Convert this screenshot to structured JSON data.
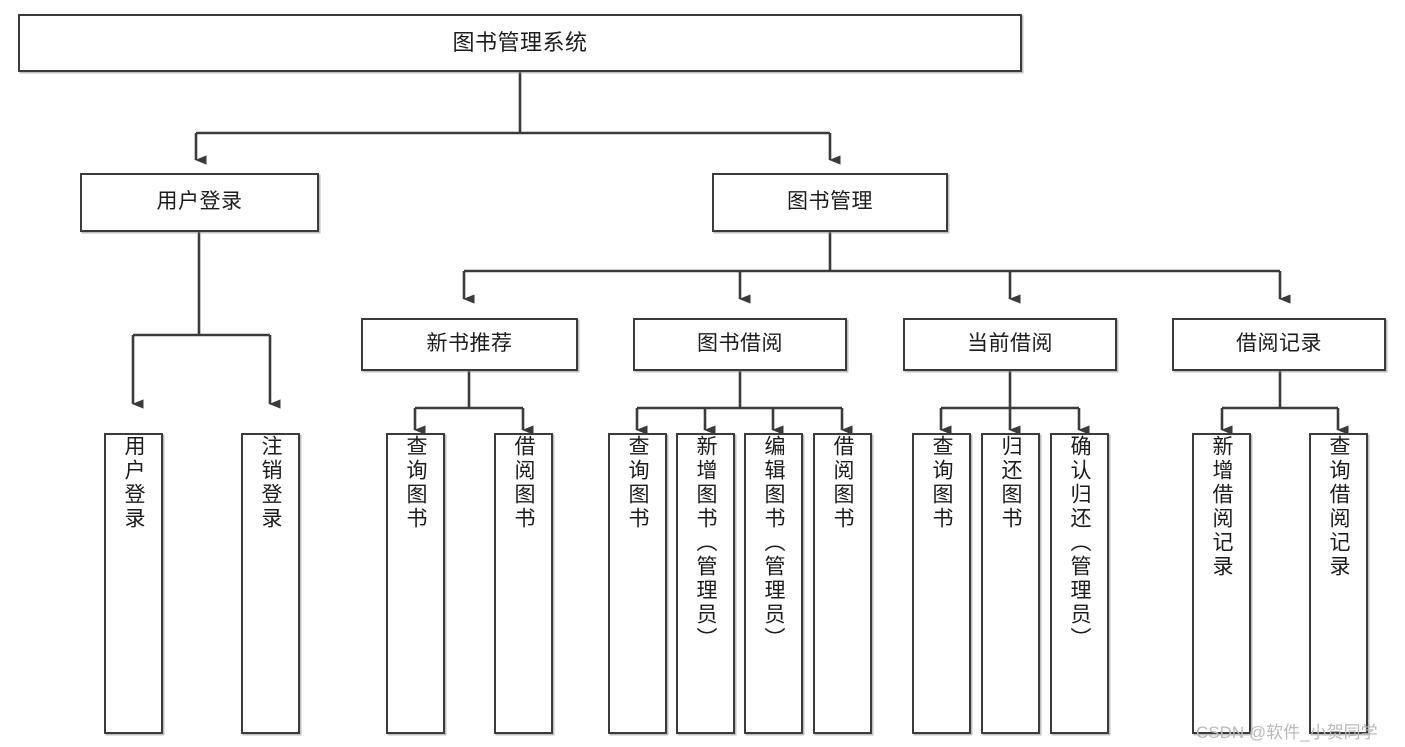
{
  "diagram": {
    "title": "图书管理系统",
    "type": "tree-hierarchy-chart",
    "background_color": "#ffffff",
    "border_color": "#3b3b3b",
    "text_color": "#1c1c1c",
    "watermark": "CSDN @软件_小贺同学",
    "watermark_color": "#b9b9b9"
  },
  "nodes": {
    "root": {
      "label": "图书管理系统"
    },
    "level1": [
      {
        "label": "用户登录"
      },
      {
        "label": "图书管理"
      }
    ],
    "level2": [
      {
        "label": "新书推荐"
      },
      {
        "label": "图书借阅"
      },
      {
        "label": "当前借阅"
      },
      {
        "label": "借阅记录"
      }
    ],
    "leaves_user_login": [
      {
        "label": "用户登录"
      },
      {
        "label": "注销登录"
      }
    ],
    "leaves_new_book": [
      {
        "label": "查询图书"
      },
      {
        "label": "借阅图书"
      }
    ],
    "leaves_borrow": [
      {
        "label": "查询图书"
      },
      {
        "label": "新增图书（管理员）"
      },
      {
        "label": "编辑图书（管理员）"
      },
      {
        "label": "借阅图书"
      }
    ],
    "leaves_current": [
      {
        "label": "查询图书"
      },
      {
        "label": "归还图书"
      },
      {
        "label": "确认归还（管理员）"
      }
    ],
    "leaves_records": [
      {
        "label": "新增借阅记录"
      },
      {
        "label": "查询借阅记录"
      }
    ]
  }
}
